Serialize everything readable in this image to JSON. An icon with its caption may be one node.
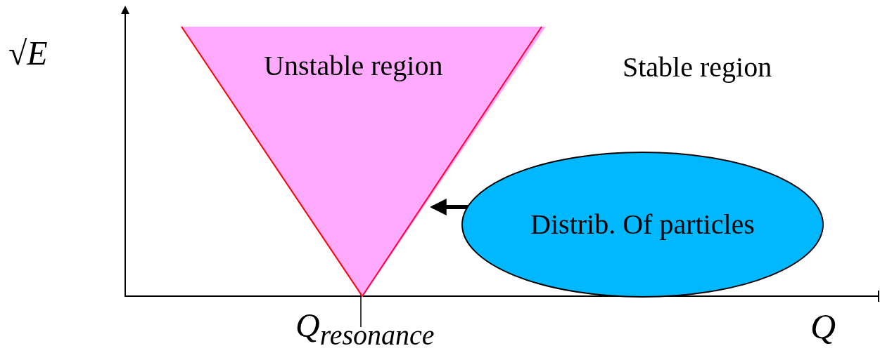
{
  "diagram": {
    "nodes": [
      {
        "text": [
          "Unstable region"
        ]
      },
      {
        "text": [
          "Distrib. Of particles"
        ]
      }
    ],
    "edges": [
      {
        "from": 1,
        "to": 0,
        "arrow": "to"
      }
    ],
    "labels": [
      "√*E*",
      "Stable region",
      "Q$_{resonance}$",
      "Q"
    ]
  }
}
